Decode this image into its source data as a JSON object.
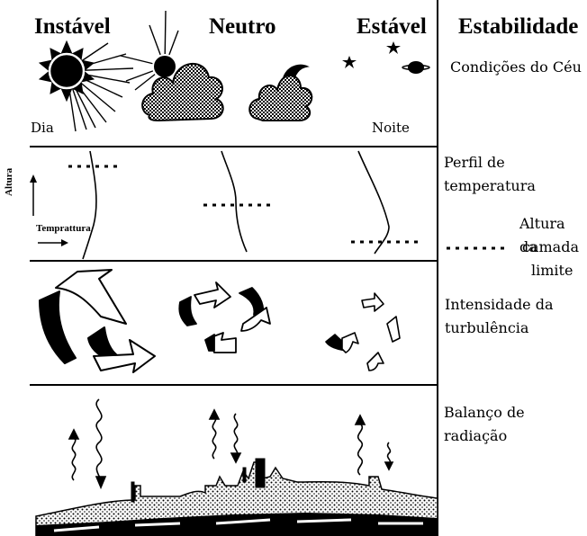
{
  "headers": {
    "unstable": "Instável",
    "neutral": "Neutro",
    "stable": "Estável",
    "stability": "Estabilidade"
  },
  "sky": {
    "label": "Condições do Céu",
    "day": "Dia",
    "night": "Noite"
  },
  "temperature": {
    "label_line1": "Perfil de",
    "label_line2": "temperatura",
    "y_axis": "Altura",
    "x_axis": "Temprattura"
  },
  "boundary": {
    "line1": "Altura da",
    "line2": "camada",
    "line3": "limite"
  },
  "turbulence": {
    "line1": "Intensidade da",
    "line2": "turbulência"
  },
  "radiation": {
    "line1": "Balanço de",
    "line2": "radiação"
  }
}
